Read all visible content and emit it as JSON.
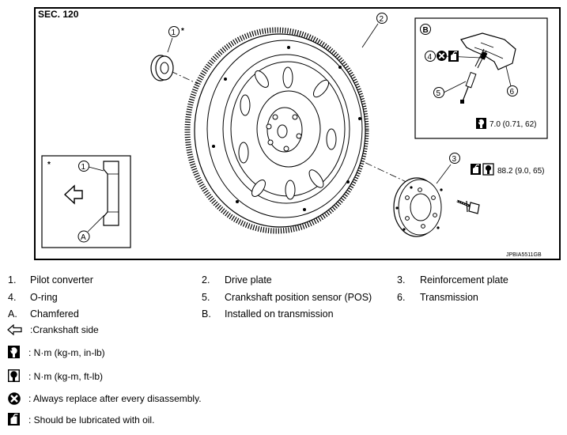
{
  "diagram": {
    "section": "SEC. 120",
    "figure_id": "JPBIA5511GB",
    "callouts": {
      "c1": "1",
      "c1_star": "*",
      "c2": "2",
      "c3": "3",
      "c4": "4",
      "c5": "5",
      "c6": "6",
      "detail_b": "B",
      "detail_star": "*",
      "detail_c1": "1",
      "detail_a": "A"
    },
    "torques": {
      "sensor": "7.0 (0.71, 62)",
      "bolt": "88.2 (9.0, 65)"
    }
  },
  "legend": {
    "items": [
      {
        "num": "1.",
        "text": "Pilot converter"
      },
      {
        "num": "2.",
        "text": "Drive plate"
      },
      {
        "num": "3.",
        "text": "Reinforcement plate"
      },
      {
        "num": "4.",
        "text": "O-ring"
      },
      {
        "num": "5.",
        "text": "Crankshaft position sensor (POS)"
      },
      {
        "num": "6.",
        "text": "Transmission"
      },
      {
        "num": "A.",
        "text": "Chamfered"
      },
      {
        "num": "B.",
        "text": "Installed on transmission"
      }
    ],
    "symbols": [
      {
        "icon": "arrow-left-icon",
        "text": ":Crankshaft side"
      },
      {
        "icon": "torque-inlb-icon",
        "text": ": N·m (kg-m, in-lb)"
      },
      {
        "icon": "torque-ftlb-icon",
        "text": ": N·m (kg-m, ft-lb)"
      },
      {
        "icon": "replace-icon",
        "text": ": Always replace after every disassembly."
      },
      {
        "icon": "oil-can-icon",
        "text": ": Should be lubricated with oil."
      }
    ]
  }
}
